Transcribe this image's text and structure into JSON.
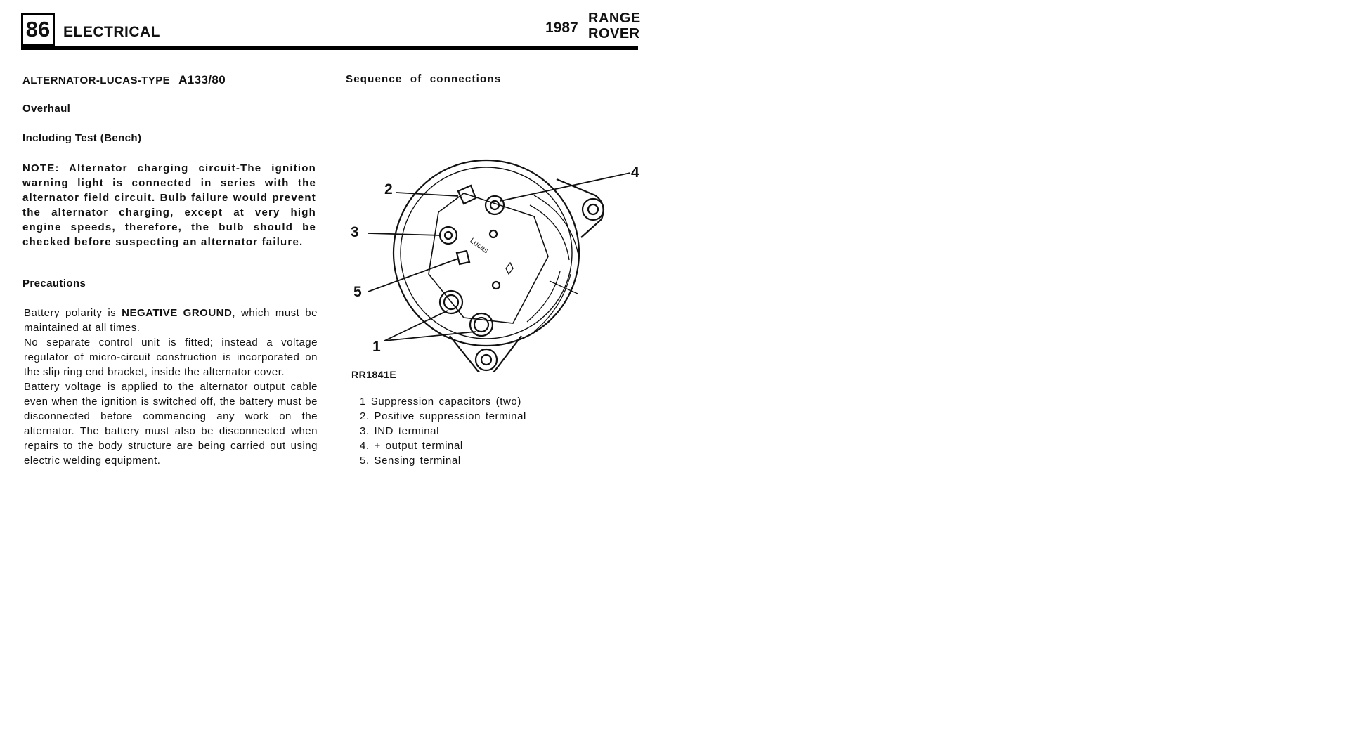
{
  "header": {
    "section_number": "86",
    "section_title": "ELECTRICAL",
    "year": "1987",
    "brand_line1": "RANGE",
    "brand_line2": "ROVER"
  },
  "left": {
    "title": "ALTERNATOR-LUCAS-TYPE",
    "type_code": "A133/80",
    "overhaul": "Overhaul",
    "bench": "Including Test (Bench)",
    "note": "NOTE: Alternator charging circuit-The ignition warning light is connected in series with the alternator field circuit. Bulb failure would prevent the alternator charging, except at very high engine speeds, therefore, the bulb should be checked before suspecting an alternator failure.",
    "precautions_heading": "Precautions",
    "polarity_pre": "Battery polarity is ",
    "polarity_bold": "NEGATIVE GROUND",
    "polarity_post": ", which must be maintained at all times.",
    "control_unit": "No separate control unit is fitted; instead a voltage regulator of micro-circuit construction is incorporated on the slip ring end bracket, inside the alternator cover.",
    "battery_voltage": "Battery voltage is applied to the alternator output cable even when the ignition is switched off, the battery must be disconnected before commencing any work on the alternator. The battery must also be disconnected when repairs to the body structure are being carried out using electric welding equipment."
  },
  "right": {
    "sequence_title": "Sequence of connections",
    "callouts": [
      "1",
      "2",
      "3",
      "4",
      "5"
    ],
    "diagram_ref": "RR1841E",
    "diagram_text": "Lucas",
    "legend": [
      "1 Suppression capacitors (two)",
      "2. Positive suppression terminal",
      "3. IND terminal",
      "4. + output terminal",
      "5. Sensing terminal"
    ]
  }
}
